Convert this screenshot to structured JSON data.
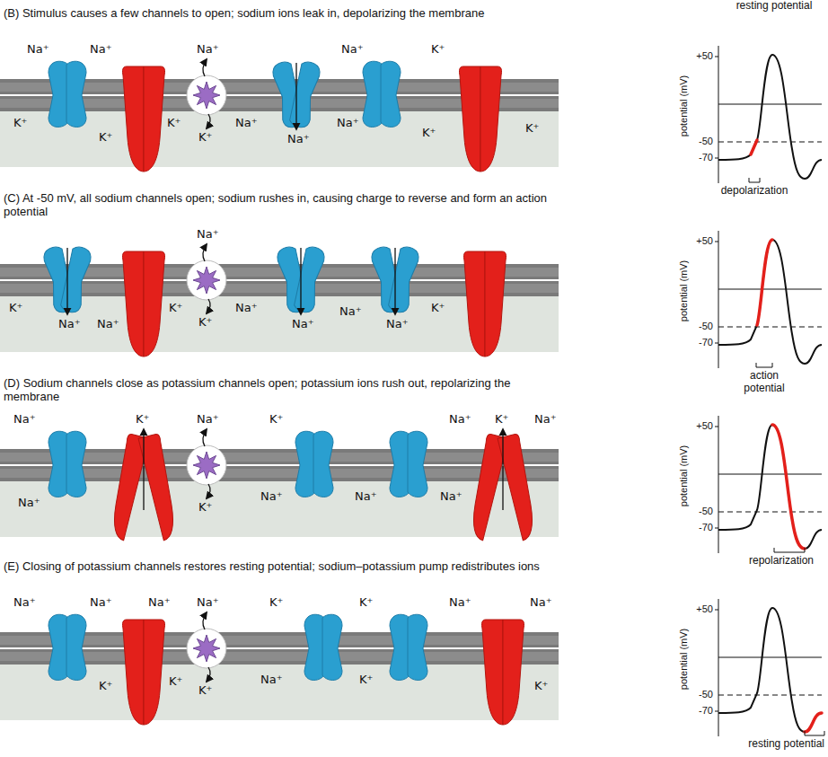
{
  "diagram": {
    "labels": [
      "resting potential",
      "(B) Stimulus causes a few channels to open; sodium ions leak in, depolarizing the membrane",
      "Na⁺",
      "Na⁺",
      "Na⁺",
      "Na⁺",
      "K⁺",
      "K⁺",
      "K⁺",
      "K⁺",
      "K⁺",
      "Na⁺",
      "Na⁺",
      "Na⁺",
      "K⁺",
      "K⁺",
      "+50",
      "-50",
      "-70",
      "potential (mV)",
      "depolarization",
      "(C) At -50 mV, all sodium channels open; sodium rushes in, causing charge to reverse and form an action potential",
      "Na⁺",
      "K⁺",
      "Na⁺",
      "Na⁺",
      "K⁺",
      "K⁺",
      "Na⁺",
      "Na⁺",
      "Na⁺",
      "Na⁺",
      "K⁺",
      "+50",
      "-50",
      "-70",
      "potential (mV)",
      "action potential",
      "(D) Sodium channels close as potassium channels open; potassium ions rush out, repolarizing the membrane",
      "Na⁺",
      "K⁺",
      "Na⁺",
      "K⁺",
      "Na⁺",
      "K⁺",
      "Na⁺",
      "Na⁺",
      "K⁺",
      "Na⁺",
      "Na⁺",
      "Na⁺",
      "+50",
      "-50",
      "-70",
      "potential (mV)",
      "repolarization",
      "(E) Closing of potassium channels restores resting potential; sodium–potassium pump redistributes ions",
      "Na⁺",
      "Na⁺",
      "Na⁺",
      "Na⁺",
      "K⁺",
      "K⁺",
      "Na⁺",
      "Na⁺",
      "K⁺",
      "K⁺",
      "K⁺",
      "Na⁺",
      "K⁺",
      "K⁺",
      "+50",
      "-50",
      "-70",
      "potential (mV)",
      "resting potential"
    ]
  }
}
